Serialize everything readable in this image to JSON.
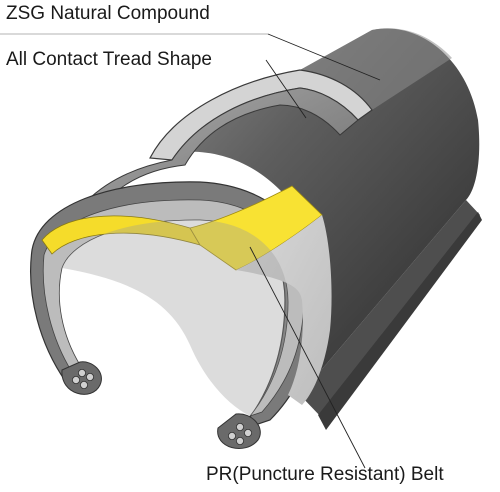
{
  "labels": {
    "compound": "ZSG Natural Compound",
    "tread": "All Contact Tread Shape",
    "belt": "PR(Puncture Resistant) Belt"
  }
}
